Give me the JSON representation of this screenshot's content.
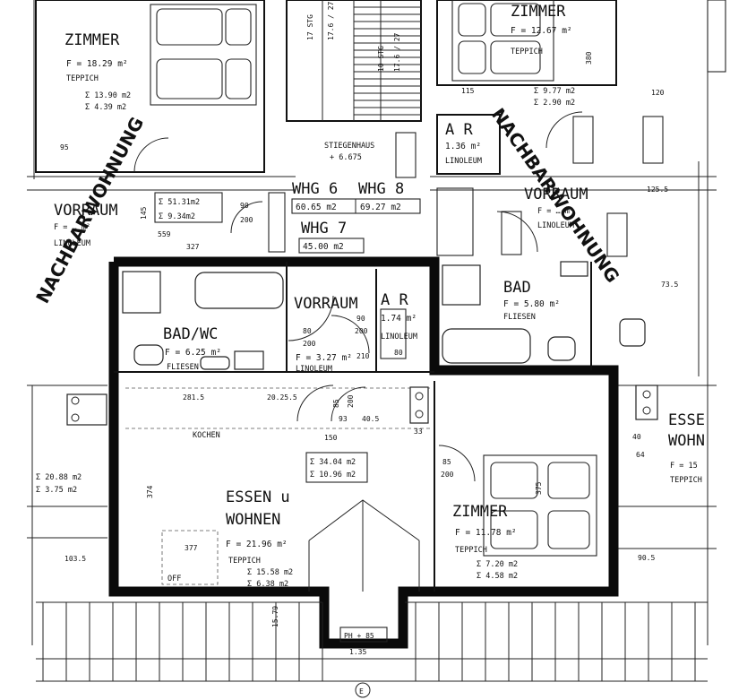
{
  "rooms": {
    "zimmer_top_left": {
      "name": "ZIMMER",
      "area": "F = 18.29 m²",
      "floor": "TEPPICH",
      "sub1": "Σ 13.90 m2",
      "sub2": "Σ 4.39 m2"
    },
    "zimmer_top_right": {
      "name": "ZIMMER",
      "area": "F = 12.67 m²",
      "floor": "TEPPICH",
      "sub1": "Σ 9.77 m2",
      "sub2": "Σ 2.90 m2"
    },
    "stiegenhaus": {
      "name": "STIEGENHAUS",
      "value": "+ 6.675"
    },
    "ar_top": {
      "name": "A R",
      "area": "1.36 m²",
      "floor": "LINOLEUM"
    },
    "vorraum_left": {
      "name": "VORRAUM",
      "area": "F = … m²",
      "floor": "LINOLEUM"
    },
    "vorraum_right": {
      "name": "VORRAUM",
      "area": "F = … m²",
      "floor": "LINOLEUM"
    },
    "bad_wc": {
      "name": "BAD/WC",
      "area": "F = 6.25 m²",
      "floor": "FLIESEN"
    },
    "vorraum_center": {
      "name": "VORRAUM",
      "area": "F = 3.27 m²",
      "floor": "LINOLEUM"
    },
    "ar_center": {
      "name": "A R",
      "area": "1.74 m²",
      "floor": "LINOLEUM"
    },
    "bad_right": {
      "name": "BAD",
      "area": "F = 5.80 m²",
      "floor": "FLIESEN"
    },
    "essen_wohnen": {
      "name1": "ESSEN u",
      "name2": "WOHNEN",
      "area": "F = 21.96 m²",
      "floor": "TEPPICH",
      "sub1": "Σ 15.58 m2",
      "sub2": "Σ 6.38 m2"
    },
    "zimmer_center": {
      "name": "ZIMMER",
      "area": "F = 11.78 m²",
      "floor": "TEPPICH",
      "sub1": "Σ 7.20 m2",
      "sub2": "Σ 4.58 m2"
    },
    "essen_wohnen_right": {
      "name1": "ESSE",
      "name2": "WOHN",
      "area": "F = 15",
      "floor": "TEPPICH"
    },
    "left_edge": {
      "sub1": "Σ 20.88 m2",
      "sub2": "Σ 3.75 m2"
    }
  },
  "labels": {
    "kochen": "KOCHEN",
    "nachbar": "NACHBARWOHNUNG",
    "whg6": "WHG 6",
    "whg8": "WHG 8",
    "whg7": "WHG 7",
    "whg6_area": "60.65 m2",
    "whg8_area": "69.27 m2",
    "whg7_area": "45.00 m2",
    "vorraum_area1": "Σ 51.31m2",
    "vorraum_area2": "Σ 9.34m2",
    "kitchen_area1": "Σ 34.04 m2",
    "kitchen_area2": "Σ 10.96 m2",
    "stg1": "17 STG",
    "stg2": "17.6 / 27",
    "stg3": "10 STG",
    "stg4": "17.6 / 27",
    "ph": "PH + 85",
    "off": "OFF",
    "axis": "E"
  },
  "dims": {
    "d1": "90",
    "d2": "200",
    "d3": "80",
    "d4": "85",
    "d5": "200",
    "d6": "377",
    "d7": "374",
    "d8": "150",
    "d9": "281.5",
    "d10": "20.25.5",
    "d11": "93",
    "d12": "40.5",
    "d13": "103.5",
    "d14": "90.5",
    "d15": "559",
    "d16": "327",
    "d17": "120",
    "d18": "380",
    "d19": "125.5",
    "d20": "73.5",
    "d21": "375",
    "d22": "115",
    "d23": "95",
    "d24": "145",
    "d25": "1.35",
    "d26": "15.79",
    "d27": "33",
    "d28": "210",
    "d29": "80",
    "d30": "40",
    "d31": "64"
  }
}
